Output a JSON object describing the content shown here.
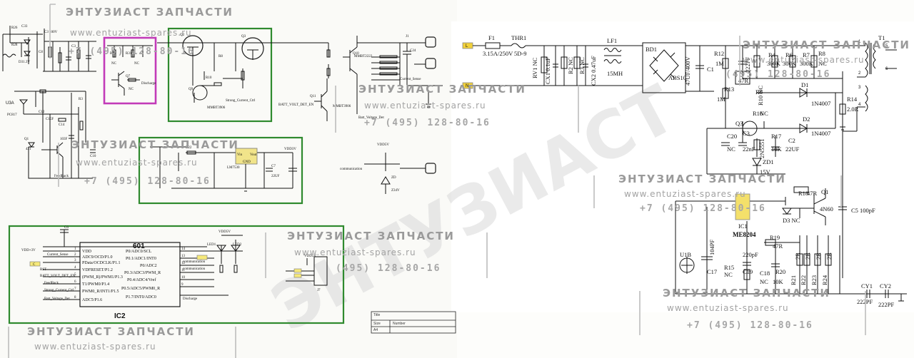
{
  "watermark": {
    "company": "ЭНТУЗИАСТ ЗАПЧАСТИ",
    "url": "www.entuziast-spares.ru",
    "phone": "+7 (495) 128-80-16",
    "phone_partial": "(495) 128-80-16",
    "diagonal": "ЭНТУЗИАСТ"
  },
  "left": {
    "ic2": {
      "part": "601",
      "name": "IC2",
      "pins_left": [
        "VDD",
        "ADC9/OCD/P1.0",
        "PData/OCDCLK/P1.1",
        "VDFRESET/P1.2",
        "(PWM_R)/PWM1/P1.3",
        "T1/PWM0/P1.4",
        "PWM0_R/INT1/P1.5",
        "ADC5/P1.6"
      ],
      "pins_right": [
        "P0/ADC0/SCL",
        "P0.1/ADC1/INT0",
        "P0/ADC2",
        "P0.3/ADC3/PWM_R",
        "P0.4/ADC4/Vref",
        "P0.5/ADC5/PWM0_R",
        "P1.7/INT0/ADC0"
      ],
      "nums_left": [
        "1",
        "2",
        "3",
        "4",
        "5",
        "6",
        "7",
        "8"
      ],
      "nums_right": [
        "14",
        "13",
        "12",
        "11",
        "10",
        "9"
      ],
      "nets_left": [
        "VDD+3V",
        "Current_Sense",
        "C",
        "RST",
        "BATT_VOLT_DET_EN",
        "FeedBack",
        "Strong_Current_Ctrl",
        "Batt_Voltage_Det"
      ],
      "nets_right": [
        "communication",
        "communication",
        "Discharge"
      ]
    },
    "labels": {
      "u3a": "U3A",
      "u3a_part": "PC817",
      "q6": "Q6",
      "q7": "Q7",
      "q2": "Q2",
      "q3": "Q3",
      "q9": "Q9",
      "q8": "Q8",
      "q10": "Q10",
      "q11": "Q11",
      "ic1_reg": "LM7530",
      "discharge": "Discharge",
      "strong": "Strong_Current_Ctrl",
      "batt_det": "Batt_Voltage_Det",
      "batt_en": "BATT_VOLT_DET_EN",
      "feedback": "FeedBack",
      "current_sense": "Current_Sense",
      "comm": "communication",
      "vdd3v": "VDD3V",
      "vdd5v": "VDD5V",
      "led1": "LED1",
      "led2": "LED2",
      "zd": "ZD",
      "z34v": "Z34V",
      "vin": "Vin",
      "vout": "Vout",
      "gnd": "GND",
      "mmbt3906": "MMBT3906",
      "mmbt2222": "MMBT2222",
      "nc": "NC",
      "title_block": [
        "Title",
        "Size",
        "Number",
        "A4"
      ]
    }
  },
  "right": {
    "fuse": "F1",
    "fuse_val": "3.15A/250V",
    "ntc": "THR1",
    "ntc_val": "5D-9",
    "rv1": "RV1 NC",
    "cx1": "CX1 0.1uF",
    "r2": "R2 NC",
    "r3": "R3 NC",
    "cx2": "CX2 0.47uF",
    "lf1": "LF1",
    "lf1_val": "15MH",
    "bd1": "BD1",
    "bd1_val": "ABS10",
    "c1": "C1",
    "c1_val": "47UF/400V",
    "r12": "R12",
    "r12_val": "1M",
    "cap_222": "222PF",
    "r4": "R4",
    "r4_val": "300K",
    "r6": "R6",
    "r6_val": "300K",
    "r7": "R7",
    "r7_val": "300K",
    "r8": "R8",
    "r8_val": "NC",
    "t1": "T1",
    "r9": "R9",
    "r9_val": "47R",
    "r10": "R10 NC",
    "d1": "D1",
    "d1_val": "1N4007",
    "r13": "R13",
    "r13_val": "1M",
    "r14": "R14",
    "r14_val": "2.0R",
    "r16": "R16",
    "r16_val": "NC",
    "q3": "Q3",
    "q3_val": "2N5551",
    "d2": "D2",
    "d2_val": "1N4007",
    "c20": "C20",
    "c20_val": "NC",
    "c3": "C3",
    "c3_val": "22nF",
    "r17": "R17",
    "r17_val": "10K",
    "c2": "C2",
    "c2_val": "22UF",
    "zd1": "ZD1",
    "zd1_val": "15V",
    "r18": "R18",
    "r18_val": "47R",
    "q1": "Q1",
    "q1_val": "4N60",
    "d3": "D3 NC",
    "ic1": "IC1",
    "ic1_val": "ME8204",
    "c5": "C5 100pF",
    "r19": "R19",
    "r19_val": "47R",
    "cap_220": "220pF",
    "u1b": "U1B",
    "c17": "C17",
    "c17_val": "104PF",
    "r15": "R15",
    "r15_val": "NC",
    "c19": "C19",
    "c18": "C18",
    "c18_val": "NC",
    "r20": "R20",
    "r20_val": "10K",
    "r21": "R21",
    "r22": "R22",
    "r23": "R23",
    "r24": "R24",
    "r2r": "2R",
    "cy1": "CY1",
    "cy1_val": "222PF",
    "cy2": "CY2",
    "cy2_val": "222PF",
    "line_l": "L",
    "line_n": "N"
  }
}
